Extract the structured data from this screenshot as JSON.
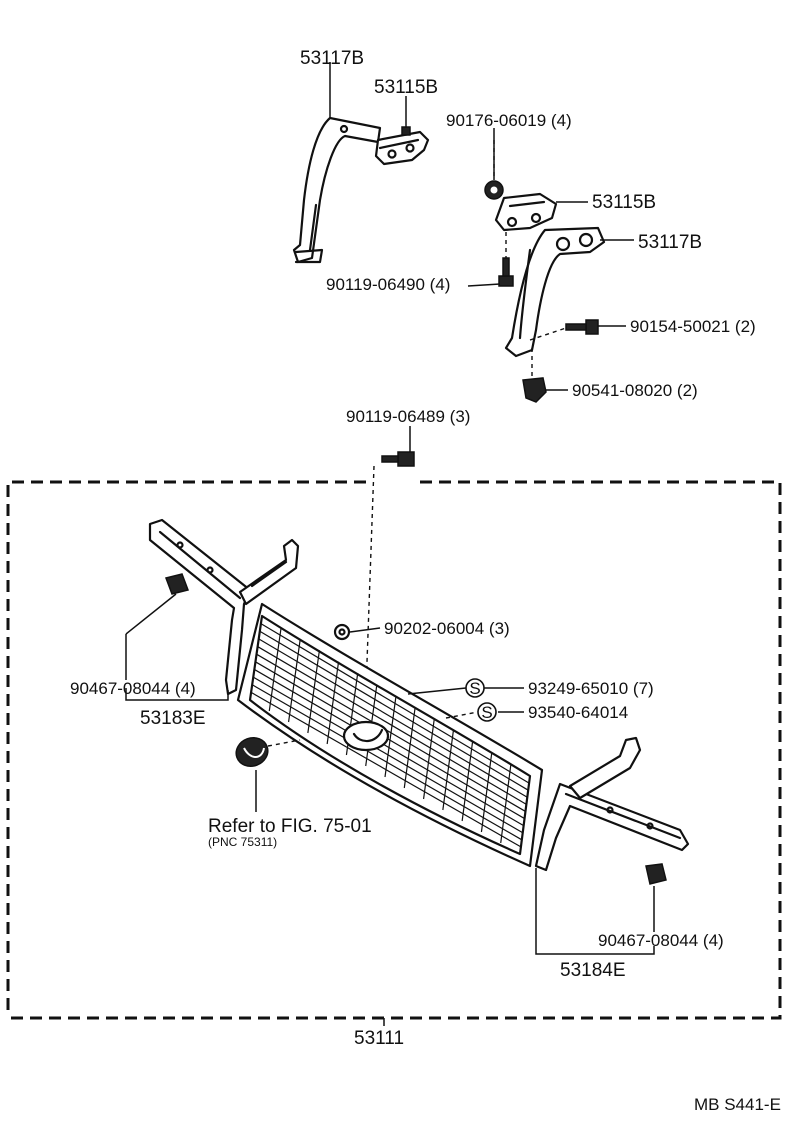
{
  "labels": {
    "p53117b_top": "53117B",
    "p53115b_top": "53115B",
    "p90176": "90176-06019 (4)",
    "p53115b_right": "53115B",
    "p53117b_right": "53117B",
    "p90119_06490": "90119-06490 (4)",
    "p90154": "90154-50021 (2)",
    "p90541": "90541-08020 (2)",
    "p90119_06489": "90119-06489 (3)",
    "p90202": "90202-06004 (3)",
    "p93249": "93249-65010 (7)",
    "p93540": "93540-64014",
    "p90467_left": "90467-08044 (4)",
    "p53183e": "53183E",
    "refer_fig": "Refer to FIG. 75-01",
    "refer_pnc": "(PNC 75311)",
    "p90467_right": "90467-08044 (4)",
    "p53184e": "53184E",
    "p53111": "53111",
    "drawing_code": "MB S441-E"
  },
  "symbols": {
    "s_mark": "S"
  },
  "icons": [
    "grille-assembly-icon",
    "emblem-icon",
    "bracket-icon",
    "bolt-icon",
    "nut-icon",
    "clip-icon"
  ]
}
